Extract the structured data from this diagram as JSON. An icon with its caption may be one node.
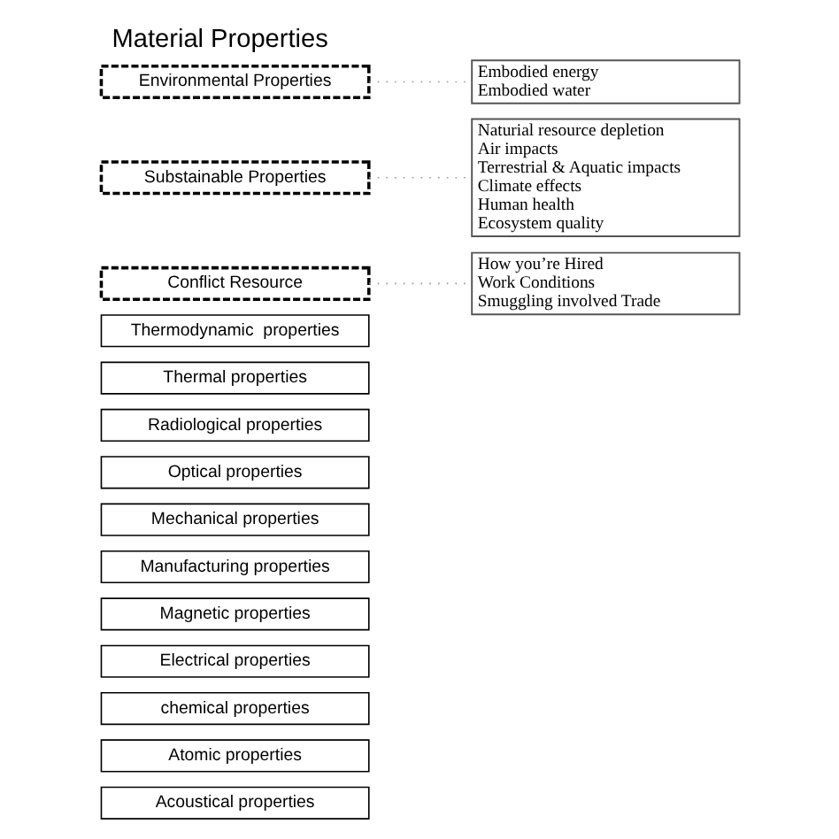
{
  "diagram": {
    "title": "Material Properties",
    "nodes": [
      {
        "text": [
          "Acoustical properties"
        ]
      },
      {
        "text": [
          "Atomic properties"
        ]
      },
      {
        "text": [
          "chemical properties"
        ]
      },
      {
        "text": [
          "Electrical properties"
        ]
      },
      {
        "text": [
          "Magnetic properties"
        ]
      },
      {
        "text": [
          "Manufacturing properties"
        ]
      },
      {
        "text": [
          "Mechanical properties"
        ]
      },
      {
        "text": [
          "Optical properties"
        ]
      },
      {
        "text": [
          "Radiological properties"
        ]
      },
      {
        "text": [
          "Thermal properties"
        ]
      },
      {
        "text": [
          "Thermodynamic  properties"
        ]
      },
      {
        "text": [
          "Conflict Resource"
        ]
      },
      {
        "text": [
          "Substainable Properties"
        ]
      },
      {
        "text": [
          "Environmental Properties"
        ]
      },
      {
        "text": [
          "How you’re Hired",
          "Work Conditions",
          "Smuggling involved Trade"
        ]
      },
      {
        "text": [
          "Naturial resource depletion",
          "Air impacts",
          "Terrestrial & Aquatic impacts",
          "Climate effects",
          "Human health",
          "Ecosystem quality"
        ]
      },
      {
        "text": [
          "Embodied energy",
          "Embodied water"
        ]
      }
    ],
    "edges": [
      {
        "from": 11,
        "to": 14,
        "arrow": "none",
        "style": "dashed"
      },
      {
        "from": 12,
        "to": 15,
        "arrow": "none",
        "style": "dashed"
      },
      {
        "from": 13,
        "to": 16,
        "arrow": "none",
        "style": "dashed"
      }
    ]
  }
}
